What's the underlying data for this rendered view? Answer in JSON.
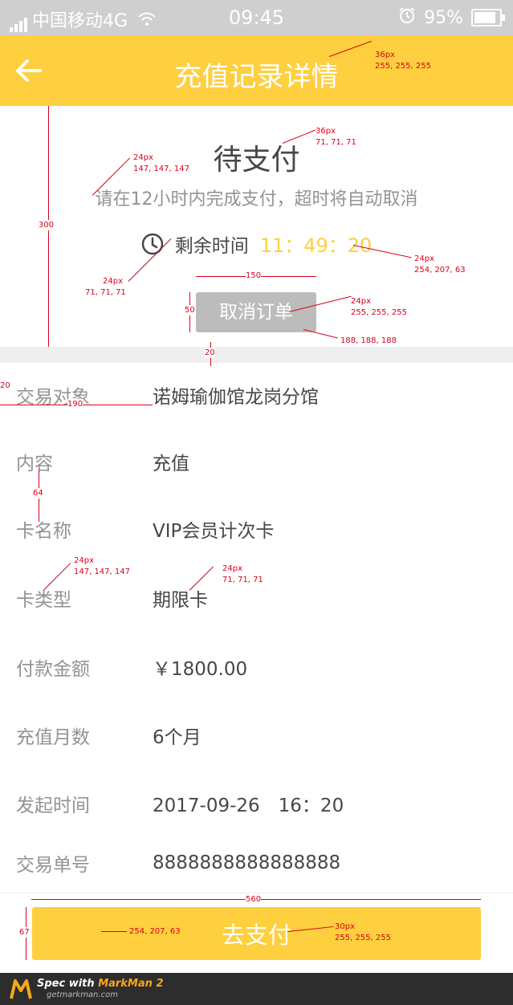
{
  "status_bar": {
    "carrier": "中国移动4G",
    "time": "09:45",
    "battery": "95%"
  },
  "header": {
    "title": "充值记录详情"
  },
  "status": {
    "title": "待支付",
    "subtitle": "请在12小时内完成支付，超时将自动取消",
    "timer_label": "剩余时间",
    "timer_value": "11：49：20",
    "cancel_label": "取消订单"
  },
  "details": [
    {
      "label": "交易对象",
      "value": "诺姆瑜伽馆龙岗分馆"
    },
    {
      "label": "内容",
      "value": "充值"
    },
    {
      "label": "卡名称",
      "value": "VIP会员计次卡"
    },
    {
      "label": "卡类型",
      "value": "期限卡"
    },
    {
      "label": "付款金额",
      "value": "￥1800.00"
    },
    {
      "label": "充值月数",
      "value": "6个月"
    },
    {
      "label": "发起时间",
      "value": "2017-09-26　16：20"
    },
    {
      "label": "交易单号",
      "value": "8888888888888888"
    }
  ],
  "pay_label": "去支付",
  "annotations": {
    "header_font": "36px",
    "header_color": "255, 255, 255",
    "title_font": "36px",
    "title_color": "71, 71, 71",
    "sub_font": "24px",
    "sub_color": "147, 147, 147",
    "timer_font": "24px",
    "timer_color": "254, 207, 63",
    "label_font": "24px",
    "label_color": "71, 71, 71",
    "cancel_font": "24px",
    "cancel_text_color": "255, 255, 255",
    "cancel_bg": "188, 188, 188",
    "dim_300": "300",
    "dim_150": "150",
    "dim_50": "50",
    "dim_20": "20",
    "dim_20b": "20",
    "dim_190": "190",
    "dim_64": "64",
    "detail_label_font": "24px",
    "detail_label_color": "147, 147, 147",
    "detail_value_font": "24px",
    "detail_value_color": "71, 71, 71",
    "dim_560": "560",
    "dim_67": "67",
    "pay_bg": "254, 207, 63",
    "pay_font": "30px",
    "pay_color": "255, 255, 255"
  },
  "footer": {
    "brand_prefix": "Spec with ",
    "brand_name": "MarkMan 2",
    "url": "getmarkman.com"
  },
  "colors": {
    "accent": "#fecf3f",
    "text_dark": "#474747",
    "text_gray": "#939393",
    "button_gray": "#bcbcbc",
    "annotation": "#d9001b"
  }
}
